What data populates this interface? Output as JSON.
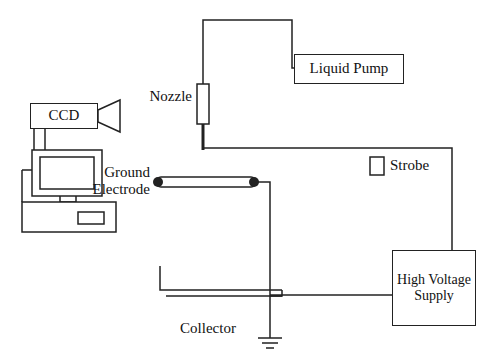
{
  "diagram": {
    "nodes": [
      {
        "text": [
          "Liquid Pump"
        ]
      },
      {
        "text": [
          "CCD"
        ]
      },
      {
        "text": [
          "High Voltage Supply"
        ]
      }
    ],
    "labels": [
      "Nozzle",
      "Strobe",
      "Ground Electrode",
      "Collector"
    ]
  }
}
